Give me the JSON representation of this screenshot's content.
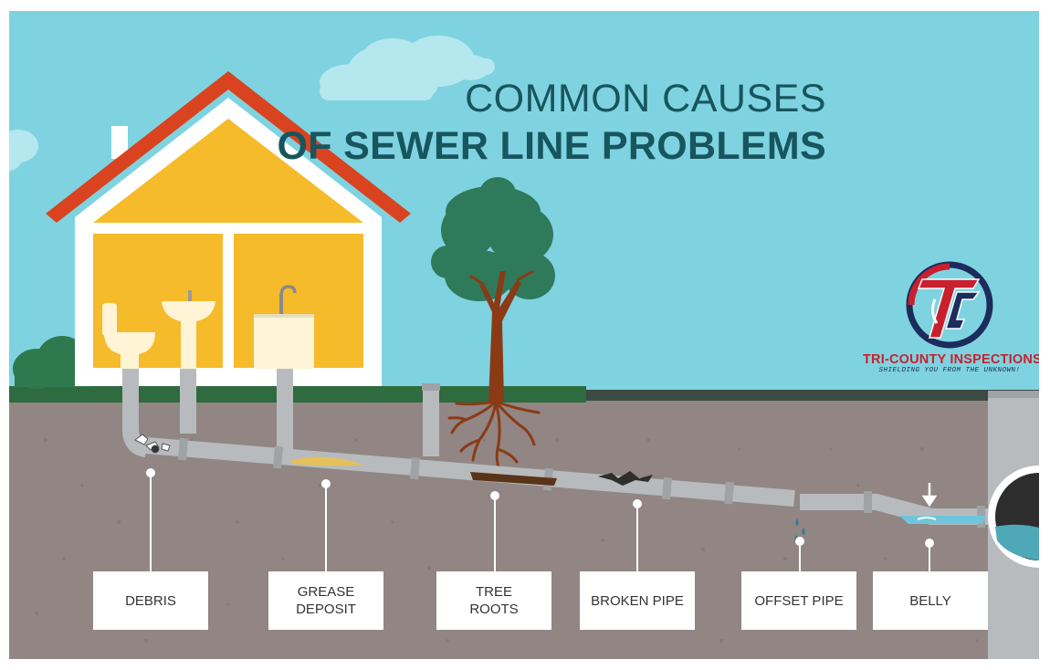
{
  "title": {
    "line1": "COMMON CAUSES",
    "line2": "OF SEWER LINE PROBLEMS"
  },
  "labels": [
    {
      "text": "DEBRIS"
    },
    {
      "text": "GREASE\nDEPOSIT"
    },
    {
      "text": "TREE\nROOTS"
    },
    {
      "text": "BROKEN PIPE"
    },
    {
      "text": "OFFSET PIPE"
    },
    {
      "text": "BELLY"
    }
  ],
  "logo": {
    "monogram": "TCI",
    "brand": "TRI-COUNTY INSPECTIONS",
    "tagline": "SHIELDING YOU FROM THE UNKNOWN!"
  },
  "colors": {
    "sky": "#7fd3e0",
    "soil": "#918684",
    "grass": "#2e6b3e",
    "roof": "#d9431f",
    "wall": "#f6bb2a",
    "pipe": "#b7bbbd",
    "title": "#17555f",
    "brand_red": "#c8202f",
    "brand_navy": "#1c2c5c"
  },
  "icons": [
    "toilet-icon",
    "sink-icon",
    "kitchen-sink-icon",
    "tree-icon",
    "bush-icon",
    "cloud-icon",
    "arrow-down-icon"
  ]
}
